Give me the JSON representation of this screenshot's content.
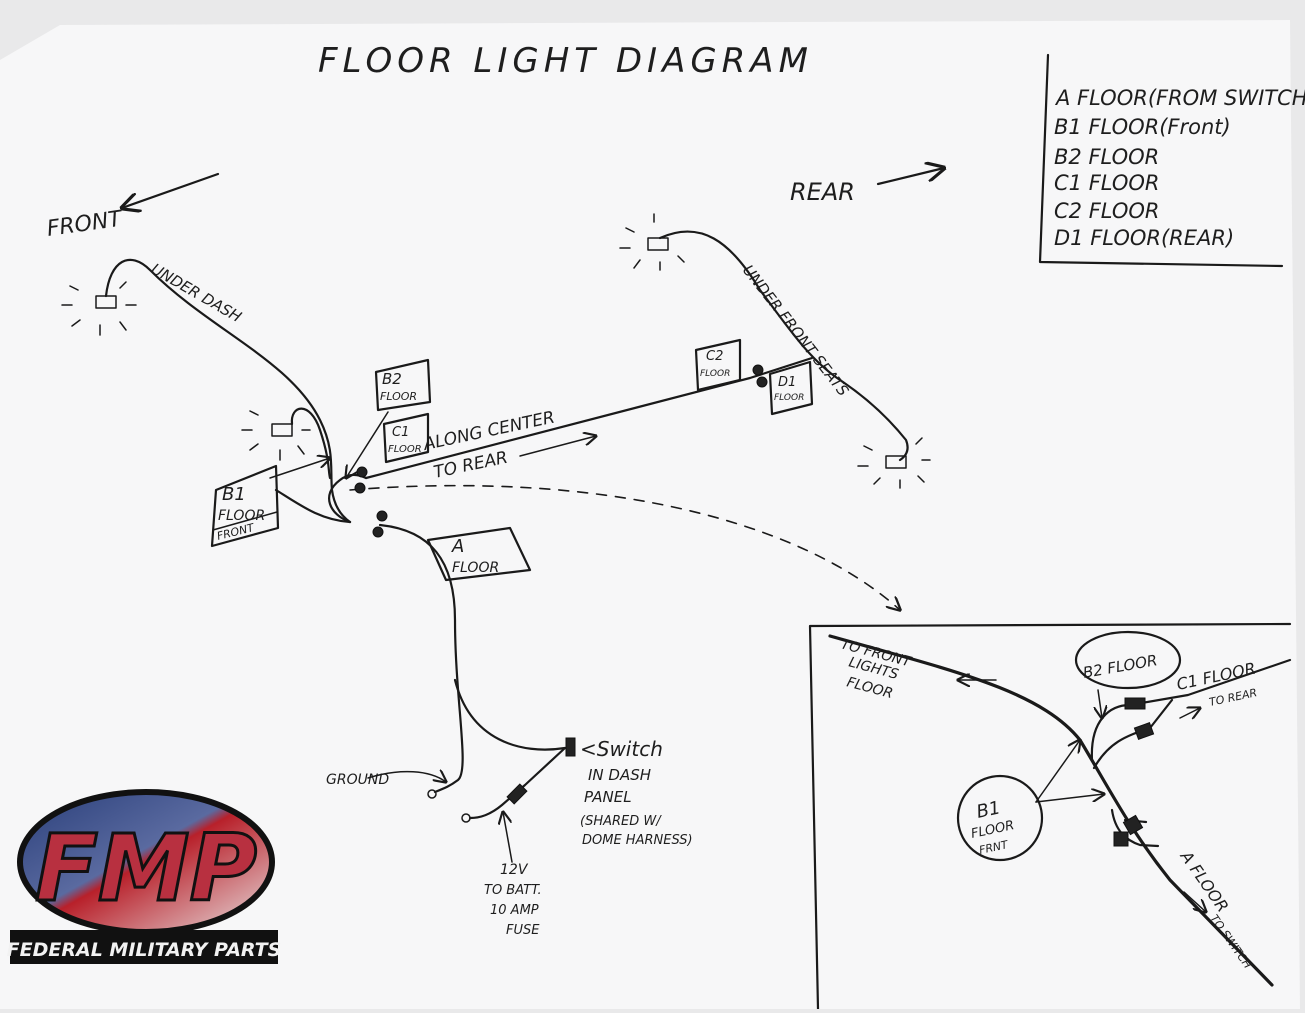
{
  "title": "FLOOR LIGHT DIAGRAM",
  "directions": {
    "front": "FRONT",
    "rear": "REAR"
  },
  "legend": [
    "A FLOOR(FROM SWITCH)",
    "B1 FLOOR(Front)",
    "B2 FLOOR",
    "C1 FLOOR",
    "C2 FLOOR",
    "D1 FLOOR(REAR)"
  ],
  "routes": {
    "under_dash": "UNDER DASH",
    "under_front_seats": "UNDER FRONT SEATS",
    "along_center_1": "ALONG CENTER",
    "along_center_2": "TO REAR"
  },
  "tags": {
    "b2": [
      "B2",
      "FLOOR"
    ],
    "c1": [
      "C1",
      "FLOOR"
    ],
    "b1": [
      "B1",
      "FLOOR",
      "FRONT"
    ],
    "a": [
      "A",
      "FLOOR"
    ],
    "c2": [
      "C2",
      "FLOOR"
    ],
    "d1": [
      "D1",
      "FLOOR"
    ]
  },
  "power": {
    "ground": "GROUND",
    "switch": "<Switch",
    "switch_note": [
      "IN DASH",
      "PANEL",
      "(SHARED W/",
      "DOME HARNESS)"
    ],
    "battery": [
      "12V",
      "TO BATT.",
      "10 AMP",
      "FUSE"
    ]
  },
  "detail": {
    "to_front": [
      "TO FRONT",
      "LIGHTS",
      "FLOOR"
    ],
    "b2": "B2 FLOOR",
    "c1": "C1 FLOOR",
    "to_rear": "TO REAR",
    "b1": [
      "B1",
      "FLOOR",
      "FRNT"
    ],
    "a": "A FLOOR",
    "to_switch": "TO SWITCH"
  },
  "logo": {
    "letters": "FMP",
    "name": "FEDERAL MILITARY PARTS"
  }
}
